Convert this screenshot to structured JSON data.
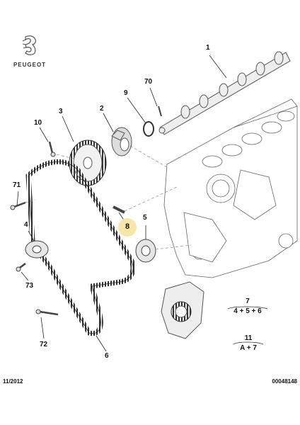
{
  "brand": {
    "name": "PEUGEOT",
    "logo_icon": "lion-logo-icon"
  },
  "callouts": [
    {
      "id": "c1",
      "label": "1"
    },
    {
      "id": "c70",
      "label": "70"
    },
    {
      "id": "c9",
      "label": "9"
    },
    {
      "id": "c2",
      "label": "2"
    },
    {
      "id": "c3",
      "label": "3"
    },
    {
      "id": "c10",
      "label": "10"
    },
    {
      "id": "c71",
      "label": "71"
    },
    {
      "id": "c4",
      "label": "4"
    },
    {
      "id": "c5",
      "label": "5"
    },
    {
      "id": "c73",
      "label": "73"
    },
    {
      "id": "c72",
      "label": "72"
    },
    {
      "id": "c6",
      "label": "6"
    }
  ],
  "highlight": {
    "label": "8"
  },
  "formulas": [
    {
      "top": "7",
      "bottom": "4 + 5 + 6"
    },
    {
      "top": "11",
      "bottom": "A + 7"
    }
  ],
  "footer": {
    "date": "11/2012",
    "code": "00048148"
  },
  "colors": {
    "highlight": "#f6e7a8",
    "line": "#222222",
    "part": "#555555"
  }
}
